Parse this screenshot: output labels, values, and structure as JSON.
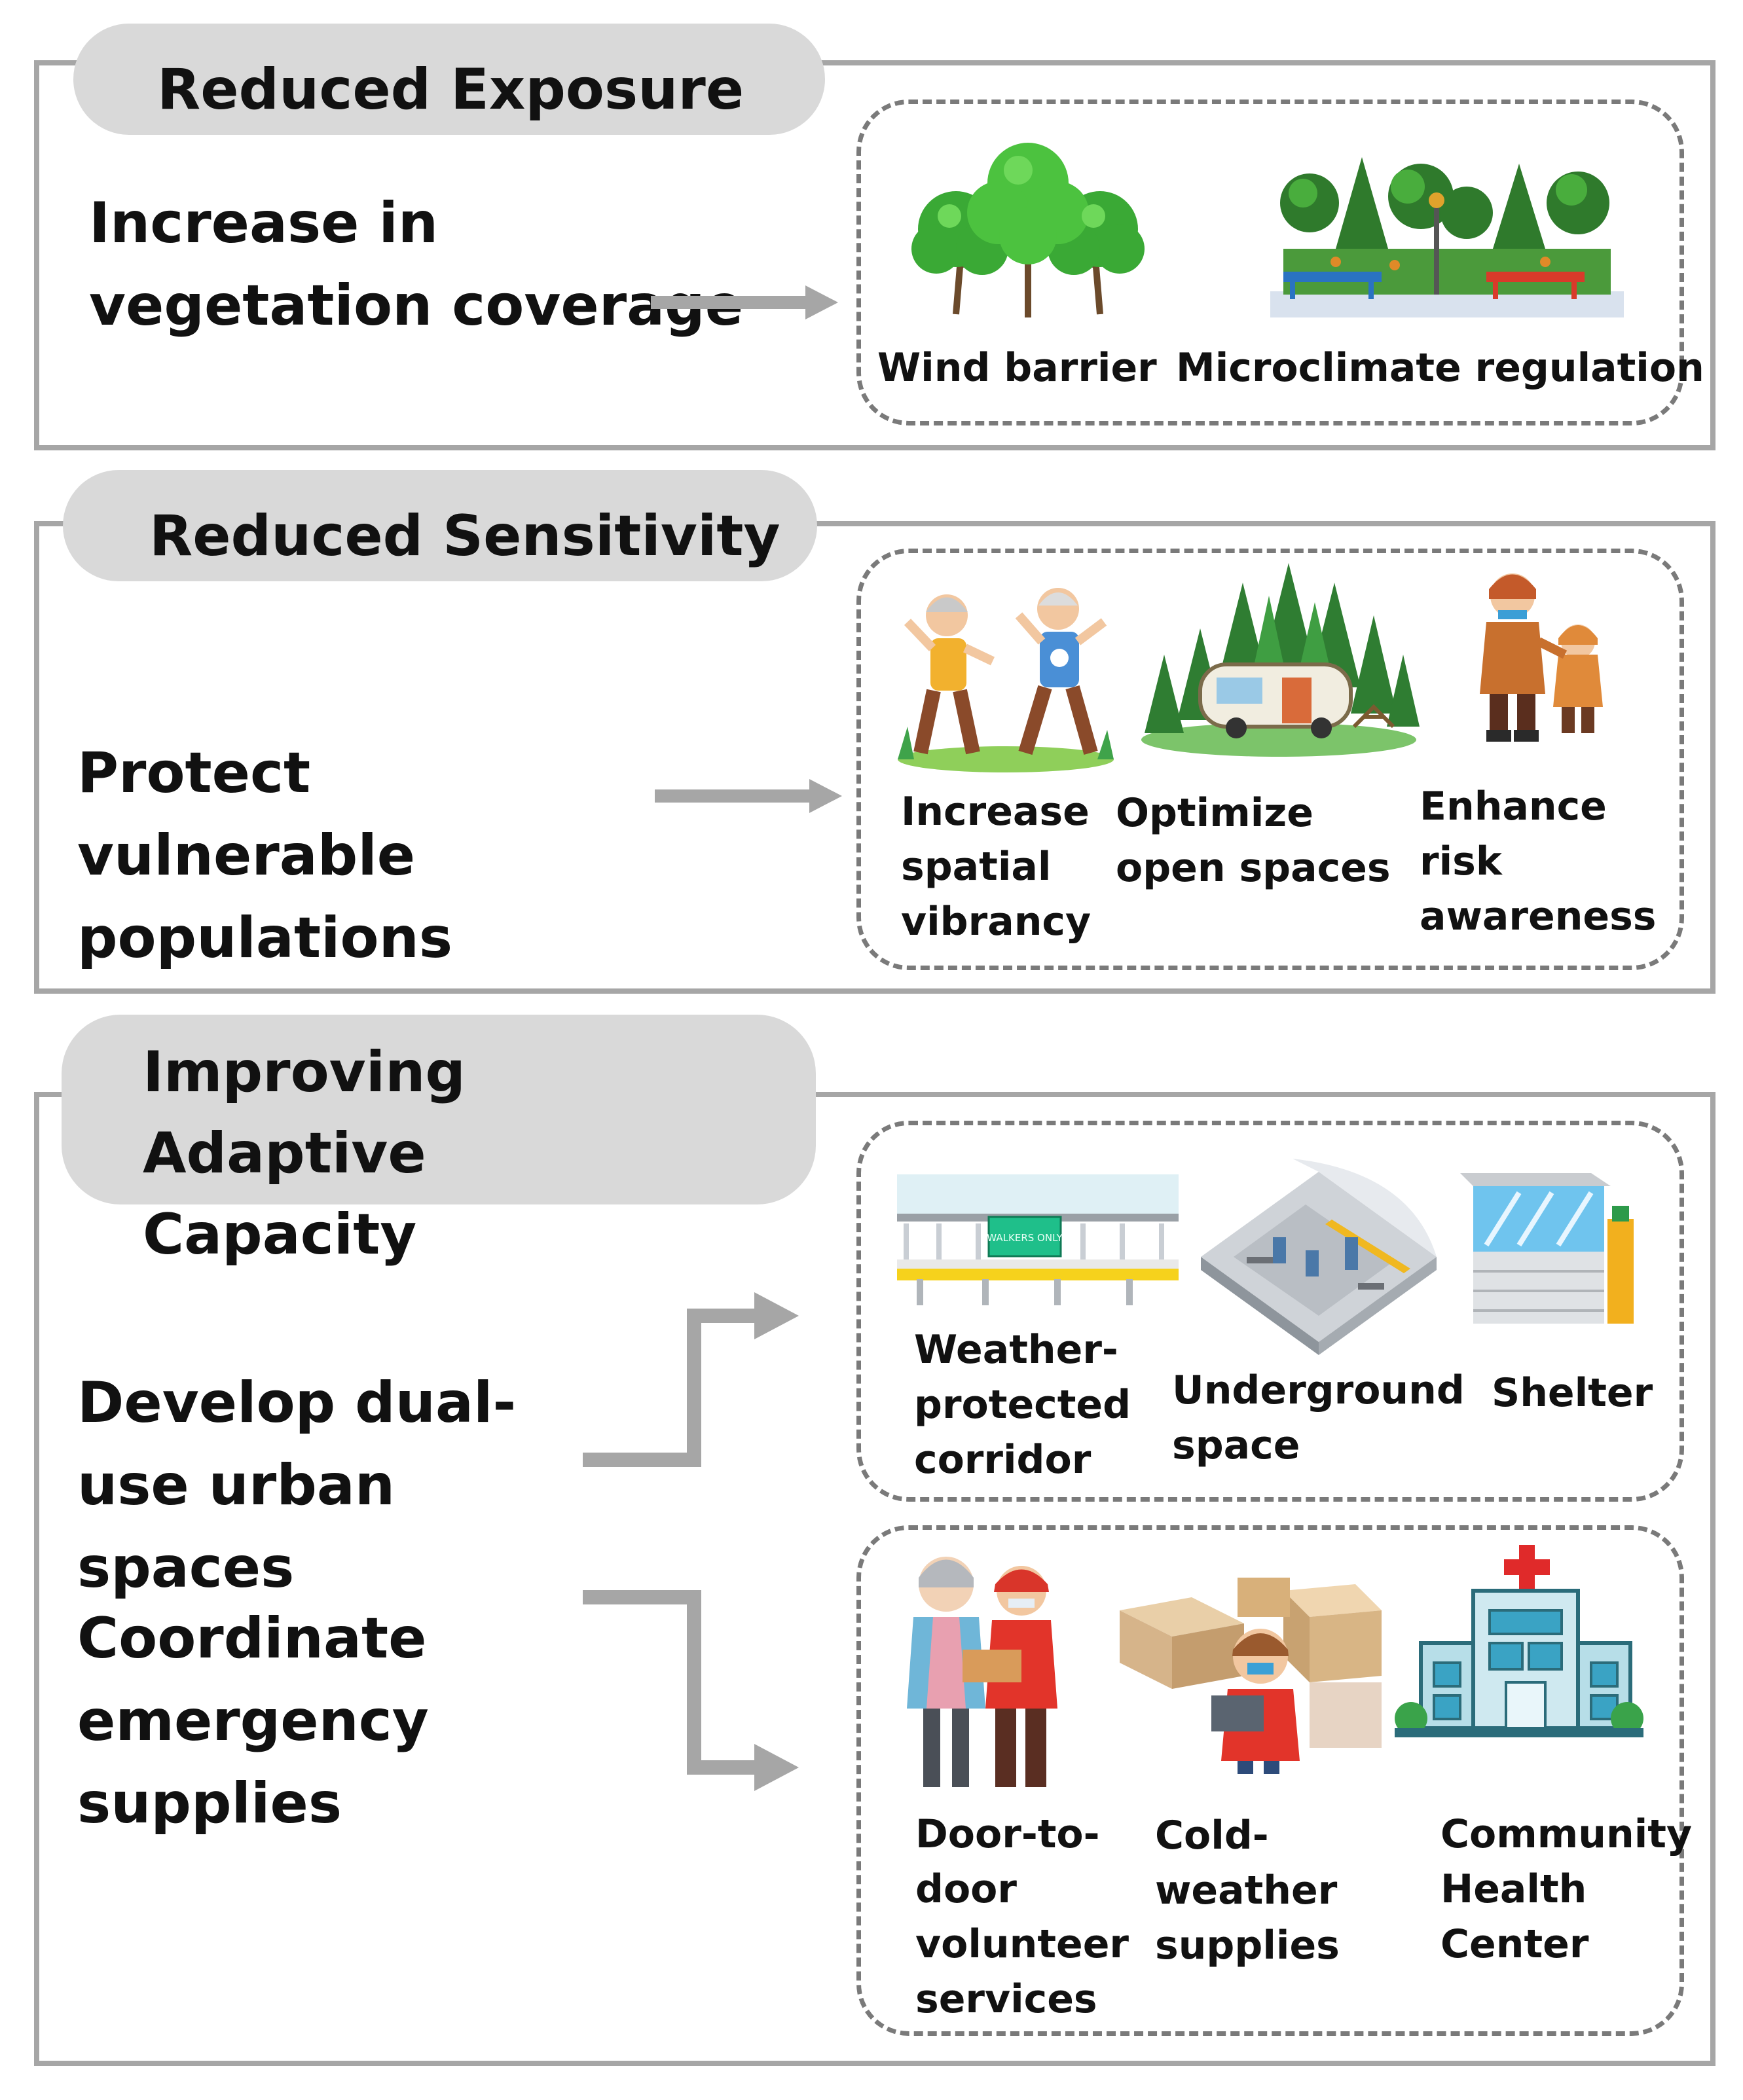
{
  "sections": [
    {
      "title": "Reduced Exposure",
      "strategies": [
        "Increase in vegetation coverage"
      ],
      "items": [
        {
          "label": "Wind barrier",
          "icon": "trees-icon"
        },
        {
          "label": "Microclimate regulation",
          "icon": "park-icon"
        }
      ]
    },
    {
      "title": "Reduced Sensitivity",
      "strategies": [
        "Protect vulnerable populations"
      ],
      "items": [
        {
          "label": "Increase spatial vibrancy",
          "icon": "exercising-elders-icon"
        },
        {
          "label": "Optimize open spaces",
          "icon": "camping-caravan-icon"
        },
        {
          "label": "Enhance risk awareness",
          "icon": "winter-family-icon"
        }
      ]
    },
    {
      "title": "Improving Adaptive Capacity",
      "strategies": [
        "Develop dual-use urban spaces",
        "Coordinate emergency supplies"
      ],
      "items": [
        {
          "label": "Weather-protected corridor",
          "icon": "corridor-icon",
          "sign": "WALKERS ONLY"
        },
        {
          "label": "Underground space",
          "icon": "underground-station-icon"
        },
        {
          "label": "Shelter",
          "icon": "shelter-icon"
        },
        {
          "label": "Door-to-door volunteer services",
          "icon": "volunteer-icon"
        },
        {
          "label": "Cold-weather supplies",
          "icon": "supplies-boxes-icon"
        },
        {
          "label": "Community Health Center",
          "icon": "hospital-icon"
        }
      ]
    }
  ],
  "colors": {
    "panel_border": "#a6a6a6",
    "pill": "#d9d9d9",
    "arrow": "#a6a6a6",
    "dash": "#7a7a7a"
  }
}
